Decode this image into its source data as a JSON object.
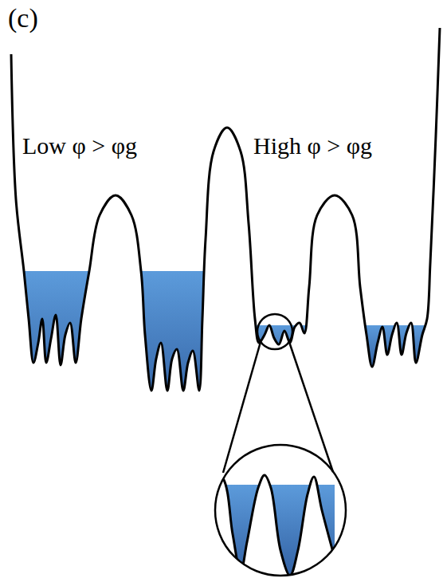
{
  "diagram": {
    "labels": [
      "(c)",
      "Low φ > φg",
      "High φ > φg"
    ]
  }
}
